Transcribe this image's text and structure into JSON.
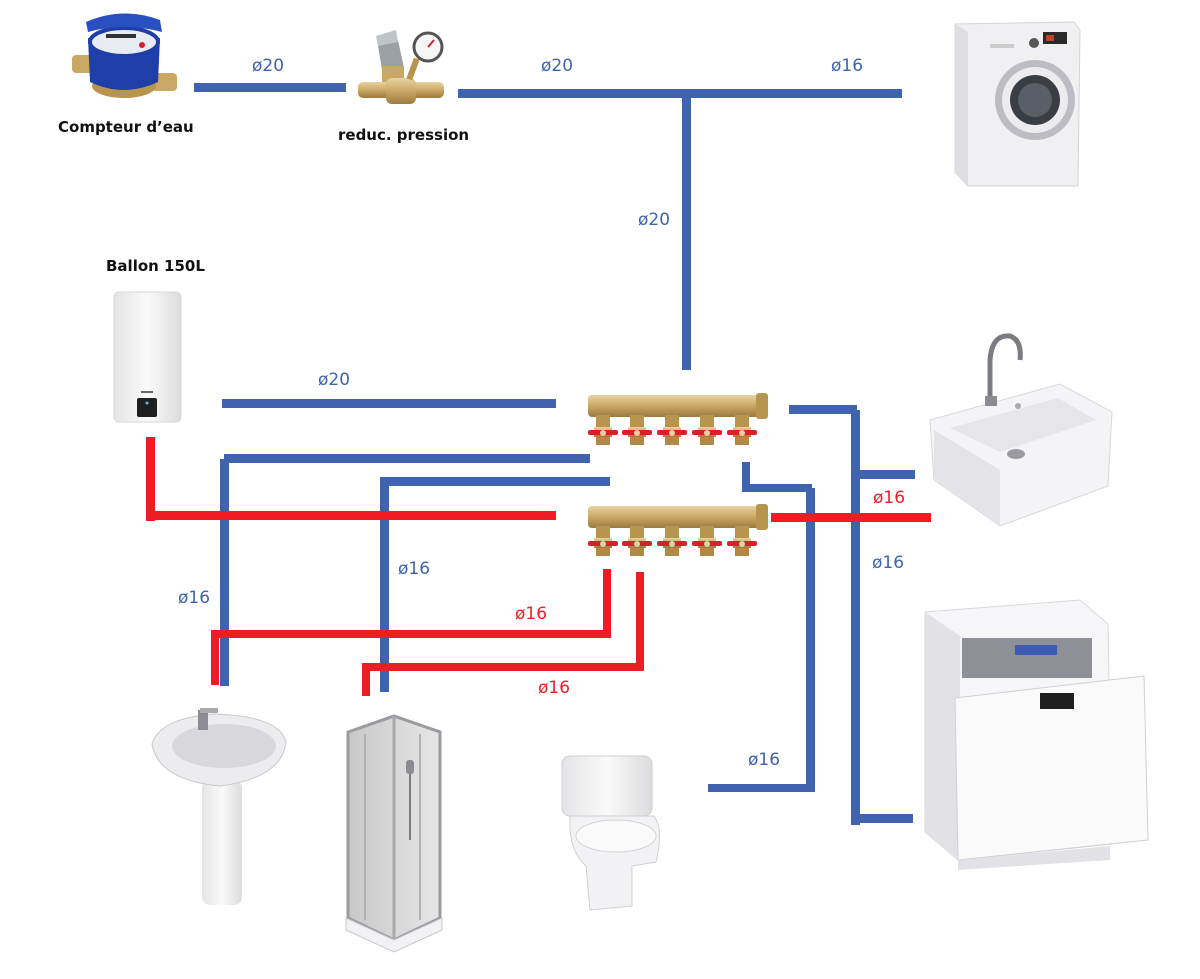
{
  "title": "Schéma de plomberie — distribution eau froide / eau chaude par collecteurs",
  "colors": {
    "cold_pipe": "#4063b0",
    "hot_pipe": "#ee1c25",
    "brass": "#c9a866",
    "valve_handle": "#d9202a",
    "background": "#ffffff"
  },
  "components": {
    "water_meter": {
      "label": "Compteur d’eau",
      "icon": "water-meter-icon"
    },
    "pressure_reducer": {
      "label": "reduc. pression",
      "icon": "pressure-reducer-icon"
    },
    "water_heater": {
      "label": "Ballon 150L",
      "icon": "water-heater-icon"
    },
    "washing_machine": {
      "icon": "washing-machine-icon"
    },
    "kitchen_sink": {
      "icon": "kitchen-sink-icon"
    },
    "dishwasher": {
      "icon": "dishwasher-icon"
    },
    "washbasin": {
      "icon": "washbasin-icon"
    },
    "shower": {
      "icon": "shower-cabin-icon"
    },
    "toilet": {
      "icon": "toilet-icon"
    },
    "cold_manifold": {
      "outlets": 5,
      "icon": "manifold-icon"
    },
    "hot_manifold": {
      "outlets": 5,
      "icon": "manifold-icon"
    }
  },
  "pipe_labels": {
    "meter_to_reducer": "ø20",
    "reducer_to_tee": "ø20",
    "tee_to_washing_machine": "ø16",
    "tee_to_cold_manifold": "ø20",
    "cold_to_heater": "ø20",
    "cold_to_washbasin": "ø16",
    "cold_to_shower": "ø16",
    "hot_to_washbasin": "ø16",
    "hot_to_shower": "ø16",
    "hot_to_kitchen_sink": "ø16",
    "cold_to_sink_and_dishwasher": "ø16",
    "cold_to_toilet": "ø16"
  }
}
